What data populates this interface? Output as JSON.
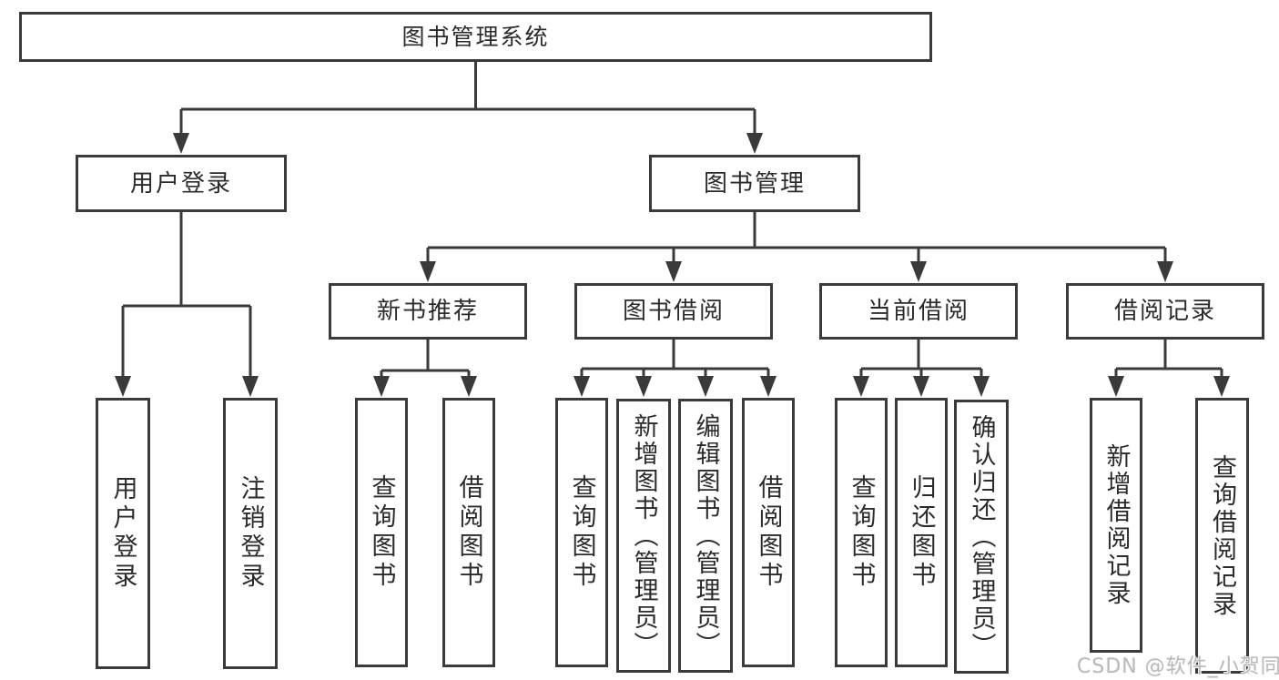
{
  "diagram": {
    "root": {
      "label": "图书管理系统"
    },
    "user_login": {
      "label": "用户登录",
      "children": [
        "用户登录",
        "注销登录"
      ]
    },
    "book_management": {
      "label": "图书管理",
      "sections": {
        "new_book_recommend": {
          "label": "新书推荐",
          "children": [
            "查询图书",
            "借阅图书"
          ]
        },
        "book_borrowing": {
          "label": "图书借阅",
          "children": [
            "查询图书",
            "新增图书（管理员）",
            "编辑图书（管理员）",
            "借阅图书"
          ]
        },
        "current_borrowing": {
          "label": "当前借阅",
          "children": [
            "查询图书",
            "归还图书",
            "确认归还（管理员）"
          ]
        },
        "borrowing_records": {
          "label": "借阅记录",
          "children": [
            "新增借阅记录",
            "查询借阅记录"
          ]
        }
      }
    }
  },
  "watermark": {
    "text": "CSDN @软件_小贺同学"
  },
  "colors": {
    "line": "#3a3a3a",
    "text": "#2b2b2b",
    "watermark": "#b9b9b9",
    "background": "#ffffff"
  }
}
